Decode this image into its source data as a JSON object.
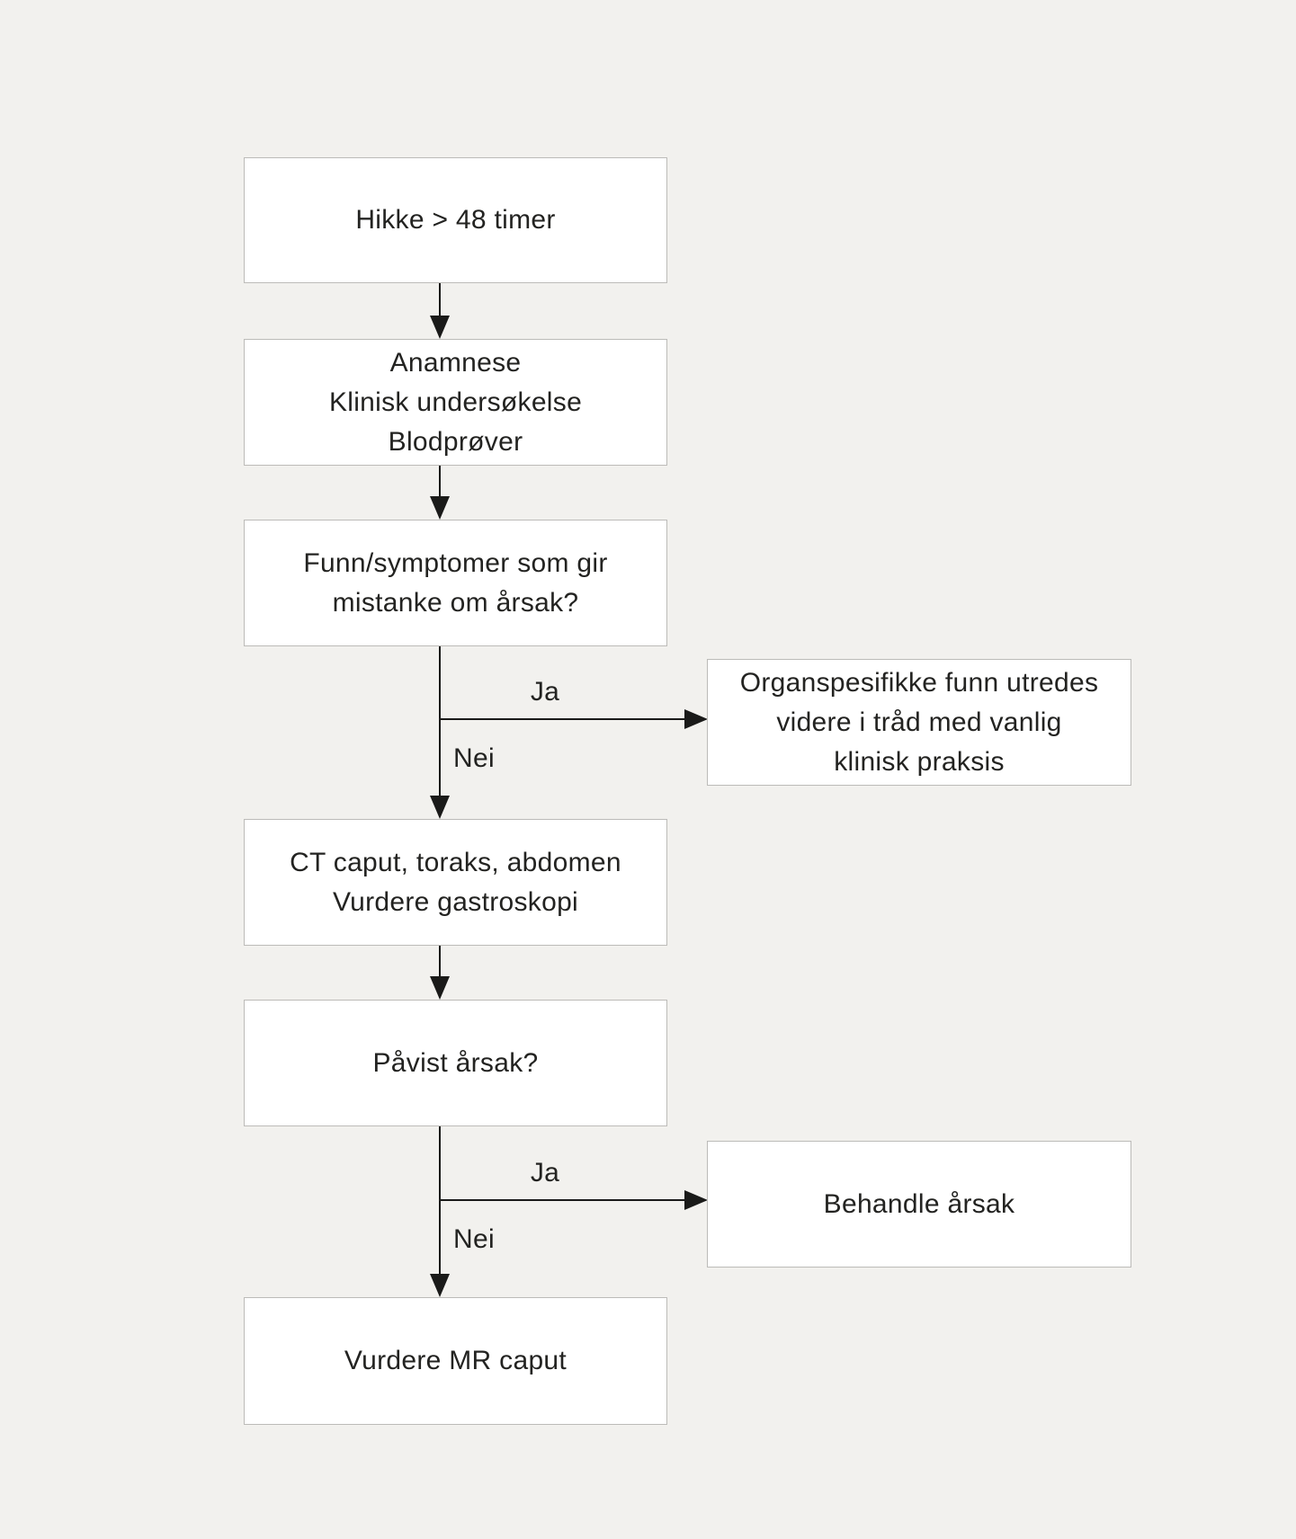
{
  "nodes": {
    "hikke": {
      "lines": [
        "Hikke > 48 timer"
      ]
    },
    "anamnese": {
      "lines": [
        "Anamnese",
        "Klinisk undersøkelse",
        "Blodprøver"
      ]
    },
    "funn": {
      "lines": [
        "Funn/symptomer som gir",
        "mistanke om årsak?"
      ]
    },
    "organspesifikke": {
      "lines": [
        "Organspesifikke funn utredes",
        "videre i tråd med vanlig",
        "klinisk praksis"
      ]
    },
    "ct": {
      "lines": [
        "CT caput, toraks, abdomen",
        "Vurdere gastroskopi"
      ]
    },
    "pavist": {
      "lines": [
        "Påvist årsak?"
      ]
    },
    "behandle": {
      "lines": [
        "Behandle årsak"
      ]
    },
    "mr": {
      "lines": [
        "Vurdere MR caput"
      ]
    }
  },
  "edge_labels": {
    "j1_yes": "Ja",
    "j1_no": "Nei",
    "j2_yes": "Ja",
    "j2_no": "Nei"
  },
  "colors": {
    "background": "#f2f1ee",
    "node_fill": "#ffffff",
    "node_border": "#bcbbb8",
    "connector": "#1a1a19",
    "text": "#232321"
  }
}
